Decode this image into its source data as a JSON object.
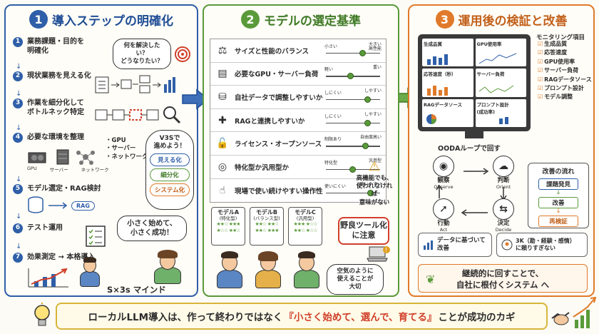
{
  "panel1": {
    "num": "1",
    "title": "導入ステップの明確化",
    "steps": [
      {
        "num": "1",
        "text": "業務課題・目的を\n明確化"
      },
      {
        "num": "2",
        "text": "現状業務を見える化"
      },
      {
        "num": "3",
        "text": "作業を細分化して\nボトルネック特定"
      },
      {
        "num": "4",
        "text": "必要な環境を整理"
      },
      {
        "num": "5",
        "text": "モデル選定・RAG検討"
      },
      {
        "num": "6",
        "text": "テスト運用"
      },
      {
        "num": "7",
        "text": "効果測定 → 本格導入"
      }
    ],
    "q_bubble": "何を解決したい？\nどうなりたい？",
    "env_items": [
      "・GPU",
      "・サーバー",
      "・ネットワーク"
    ],
    "env_labels": [
      "GPU",
      "サーバー",
      "ネットワーク"
    ],
    "v3s_title": "V3Sで\n進めよう！",
    "v3s_tags": [
      "見える化",
      "細分化",
      "システム化"
    ],
    "rag_label": "RAG",
    "small_bubble": "小さく始めて、\n小さく成功！",
    "mindset": "S×3s マインド"
  },
  "panel2": {
    "num": "2",
    "title": "モデルの選定基準",
    "criteria": [
      {
        "icon": "balance-scale-icon",
        "glyph": "⚖",
        "label": "サイズと性能のバランス",
        "lo": "小さい",
        "hi": "大きい\n高性能",
        "pos": 0.7
      },
      {
        "icon": "gpu-server-icon",
        "glyph": "▤",
        "label": "必要なGPU・サーバー負荷",
        "lo": "軽い",
        "hi": "重い",
        "pos": 0.45
      },
      {
        "icon": "database-icon",
        "glyph": "⛁",
        "label": "自社データで調整しやすいか",
        "lo": "しにくい",
        "hi": "しやすい",
        "pos": 0.8
      },
      {
        "icon": "puzzle-icon",
        "glyph": "✚",
        "label": "RAGと連携しやすいか",
        "lo": "しにくい",
        "hi": "しやすい",
        "pos": 0.8
      },
      {
        "icon": "unlock-icon",
        "glyph": "🔓",
        "label": "ライセンス・オープンソース",
        "lo": "制限あり",
        "hi": "自由度高い",
        "pos": 0.75
      },
      {
        "icon": "target-icon",
        "glyph": "◎",
        "label": "特化型か汎用型か",
        "lo": "特化型",
        "hi": "汎用型",
        "pos": 0.5
      },
      {
        "icon": "pointer-hand-icon",
        "glyph": "☝",
        "label": "現場で使い続けやすい操作性",
        "lo": "使いにくい",
        "hi": "使いやすい",
        "pos": 0.85
      }
    ],
    "warning": "高機能でも、\n使われなければ\n意味がない",
    "models": [
      {
        "name": "モデルA",
        "sub": "(特化型)"
      },
      {
        "name": "モデルB",
        "sub": "(バランス型)"
      },
      {
        "name": "モデルC",
        "sub": "(汎用型)"
      }
    ],
    "caution_title": "野良ツール化\nに注意",
    "air_bubble": "空気のように\n使えることが\n大切"
  },
  "panel3": {
    "num": "3",
    "title": "運用後の検証と改善",
    "dashboard": [
      "生成品質",
      "GPU使用率",
      "応答速度（秒）",
      "サーバー負荷",
      "RAGデータソース",
      "プロンプト設計\n(成功率)"
    ],
    "monitor_title": "モニタリング項目",
    "monitor_items": [
      "生成品質",
      "応答速度",
      "GPU使用率",
      "サーバー負荷",
      "RAGデータソース",
      "プロンプト設計",
      "モデル調整"
    ],
    "ooda_title": "OODAループで回す",
    "ooda": [
      {
        "jp": "観察",
        "en": "Observe"
      },
      {
        "jp": "判断",
        "en": "Orient"
      },
      {
        "jp": "決定",
        "en": "Decide"
      },
      {
        "jp": "行動",
        "en": "Act"
      }
    ],
    "kaizen_title": "改善の流れ",
    "kaizen_steps": [
      "課題発見",
      "改善",
      "再検証"
    ],
    "note1": "データに基づいて\n改善",
    "note2": "3K（勘・経験・感情）\nに頼りすぎない",
    "conclusion": "継続的に回すことで、\n自社に根付くシステム へ"
  },
  "bottom": {
    "pre": "ローカルLLM導入は、作って終わりではなく",
    "highlight": "『小さく始めて、選んで、育てる』",
    "post": "ことが成功のカギ"
  },
  "colors": {
    "blue": "#2f5fa8",
    "green": "#5a9a3a",
    "orange": "#e07a2a"
  }
}
